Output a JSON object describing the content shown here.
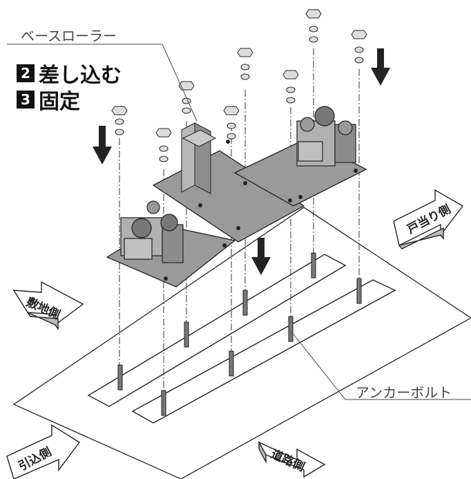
{
  "callouts": {
    "base_roller": "ベースローラー",
    "anchor_bolt": "アンカーボルト"
  },
  "steps": [
    {
      "number": "2",
      "text": "差し込む"
    },
    {
      "number": "3",
      "text": "固定"
    }
  ],
  "directions": {
    "door_side": "戸当り側",
    "site_side": "敷地側",
    "pull_side": "引込側",
    "road_side": "道路側"
  }
}
